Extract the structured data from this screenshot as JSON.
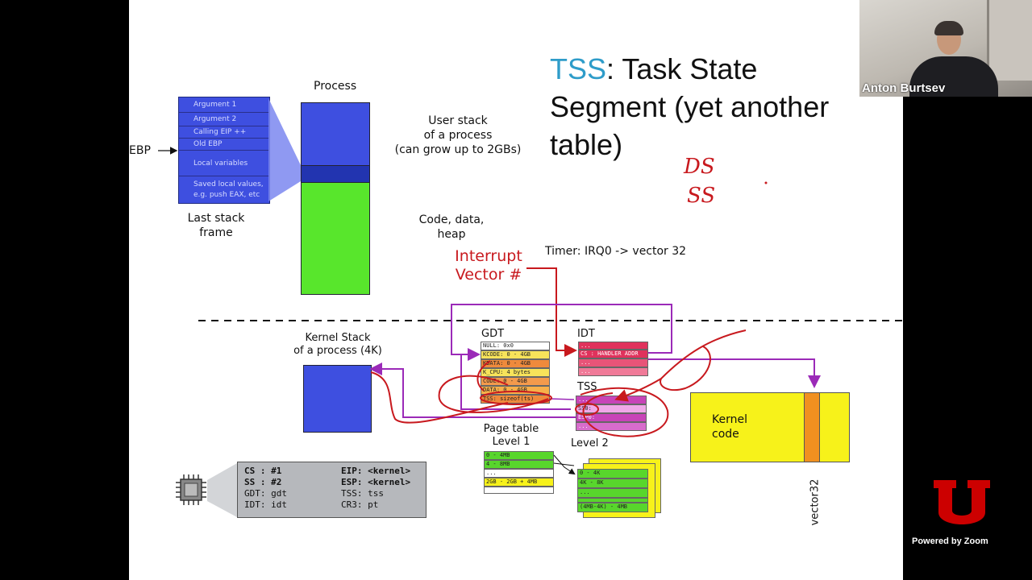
{
  "slide": {
    "title_accent": "TSS",
    "title_rest_line1": ": Task State",
    "title_line2": "Segment (yet another",
    "title_line3": "table)",
    "handwriting_ds": "DS",
    "handwriting_ss": "SS",
    "process_label": "Process",
    "last_stack_frame_line1": "Last stack",
    "last_stack_frame_line2": "frame",
    "ebp_label": "EBP",
    "stack_frame_rows": [
      "Argument 1",
      "Argument 2",
      "Calling EIP ++",
      "Old EBP",
      "Local variables",
      "Saved local values,",
      "e.g. push EAX, etc"
    ],
    "user_stack_line1": "User stack",
    "user_stack_line2": "of a process",
    "user_stack_line3": "(can grow up to 2GBs)",
    "code_data_line1": "Code, data,",
    "code_data_line2": "heap",
    "interrupt_vector_line1": "Interrupt",
    "interrupt_vector_line2": "Vector #",
    "timer_label": "Timer: IRQ0 -> vector 32",
    "kernel_stack_line1": "Kernel Stack",
    "kernel_stack_line2": "of a process (4K)",
    "gdt_label": "GDT",
    "gdt_rows": [
      "NULL: 0x0",
      "KCODE: 0 - 4GB",
      "KDATA: 0 - 4GB",
      "K_CPU: 4 bytes",
      "CODE: 0 - 4GB",
      "DATA: 0 - 4GB",
      "TSS: sizeof(ts)"
    ],
    "idt_label": "IDT",
    "idt_rows": [
      "...",
      "CS : HANDLER ADDR",
      "...",
      "..."
    ],
    "tss_label": "TSS",
    "tss_rows": [
      "...",
      "SS0:",
      "ESP0:",
      "..."
    ],
    "kernel_code_line1": "Kernel",
    "kernel_code_line2": "code",
    "vector32_label": "vector32",
    "page_table_line1": "Page table",
    "page_table_line2": "Level 1",
    "level2_label": "Level 2",
    "pt_l1_rows": [
      "0 - 4MB",
      "4 - 8MB",
      "...",
      "2GB - 2GB + 4MB"
    ],
    "pt_l2_rows": [
      "0 - 4K",
      "4K - 8K",
      "...",
      "",
      "(4MB-4K) - 4MB"
    ],
    "cpu_regs": {
      "cs": "CS : #1",
      "ss": "SS : #2",
      "gdt": "GDT: gdt",
      "idt": "IDT: idt",
      "eip": "EIP: <kernel>",
      "esp": "ESP: <kernel>",
      "tss": "TSS: tss",
      "cr3": "CR3: pt"
    }
  },
  "zoom": {
    "participant_name": "Anton Burtsev",
    "powered_by": "Powered by Zoom"
  },
  "colors": {
    "accent_tss": "#2e9cc9",
    "process_blue": "#3e4fe0",
    "process_green": "#58e62c",
    "gdt_orange": "#ef8a3c",
    "idt_red": "#e0325c",
    "tss_magenta": "#d04cc0",
    "kernel_yellow": "#f7f21a",
    "annotation_red": "#c8191e",
    "arrow_purple": "#9b2ab8"
  }
}
